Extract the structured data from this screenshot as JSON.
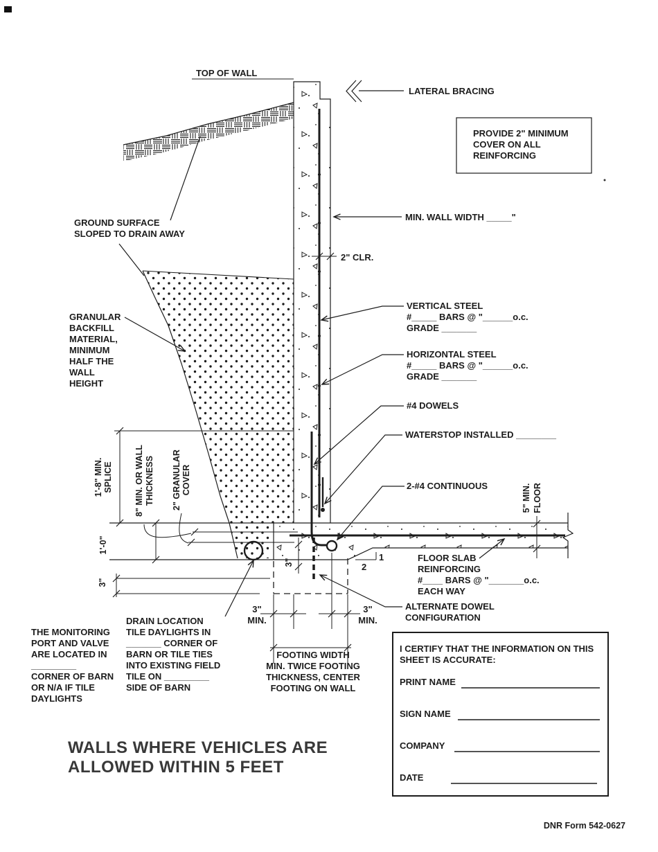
{
  "page": {
    "background": "#ffffff",
    "ink": "#1c1c1c",
    "title_color": "#383838"
  },
  "drawing": {
    "top_of_wall": "TOP OF WALL",
    "lateral_bracing": "LATERAL BRACING",
    "provide_note": [
      "PROVIDE 2\" MINIMUM",
      "COVER ON ALL",
      "REINFORCING"
    ],
    "ground_surface": [
      "GROUND SURFACE",
      "SLOPED TO DRAIN AWAY"
    ],
    "min_wall_width": "MIN. WALL WIDTH _____\"",
    "clearance": "2\" CLR.",
    "granular_backfill": [
      "GRANULAR",
      "BACKFILL",
      "MATERIAL,",
      "MINIMUM",
      "HALF THE",
      "WALL",
      "HEIGHT"
    ],
    "vertical_steel": [
      "VERTICAL STEEL",
      "#_____ BARS @ \"______o.c.",
      "GRADE _______"
    ],
    "horizontal_steel": [
      "HORIZONTAL STEEL",
      "#_____ BARS @ \"______o.c.",
      "GRADE _______"
    ],
    "dowels": "#4 DOWELS",
    "waterstop": "WATERSTOP INSTALLED ________",
    "continuous": "2-#4 CONTINUOUS",
    "floor_min": [
      "5\" MIN.",
      "FLOOR"
    ],
    "splice": [
      "1'-8\" MIN.",
      "SPLICE"
    ],
    "wall_thickness": [
      "8\" MIN. OR WALL",
      "THICKNESS"
    ],
    "granular_cover": [
      "2\" GRANULAR",
      "COVER"
    ],
    "one_foot": "1'-0\"",
    "three_inches": "3\"",
    "three_inches_footing": "3\"",
    "slope_rise": "1",
    "slope_run": "2",
    "floor_slab": [
      "FLOOR SLAB",
      "REINFORCING",
      "#____ BARS @ \"_______o.c.",
      "EACH WAY"
    ],
    "alternate_dowel": [
      "ALTERNATE DOWEL",
      "CONFIGURATION"
    ],
    "three_min_left": [
      "3\"",
      "MIN."
    ],
    "three_min_right": [
      "3\"",
      "MIN."
    ],
    "footing_width": [
      "FOOTING WIDTH",
      "MIN. TWICE FOOTING",
      "THICKNESS, CENTER",
      "FOOTING ON WALL"
    ],
    "drain_location": [
      "DRAIN LOCATION",
      "TILE DAYLIGHTS IN",
      "_______ CORNER OF",
      "BARN OR TILE TIES",
      "INTO EXISTING FIELD",
      "TILE ON _________",
      "SIDE OF BARN"
    ],
    "monitoring": [
      "THE MONITORING",
      "PORT AND VALVE",
      "ARE LOCATED IN",
      "_________",
      "CORNER OF BARN",
      "OR N/A IF TILE",
      "DAYLIGHTS"
    ]
  },
  "certification": {
    "statement": [
      "I CERTIFY THAT THE INFORMATION ON THIS",
      "SHEET IS ACCURATE:"
    ],
    "print_name": "PRINT NAME",
    "sign_name": "SIGN NAME",
    "company": "COMPANY",
    "date": "DATE"
  },
  "footer": {
    "title": [
      "WALLS WHERE VEHICLES ARE",
      "ALLOWED WITHIN 5 FEET"
    ],
    "form_number": "DNR Form 542-0627"
  }
}
